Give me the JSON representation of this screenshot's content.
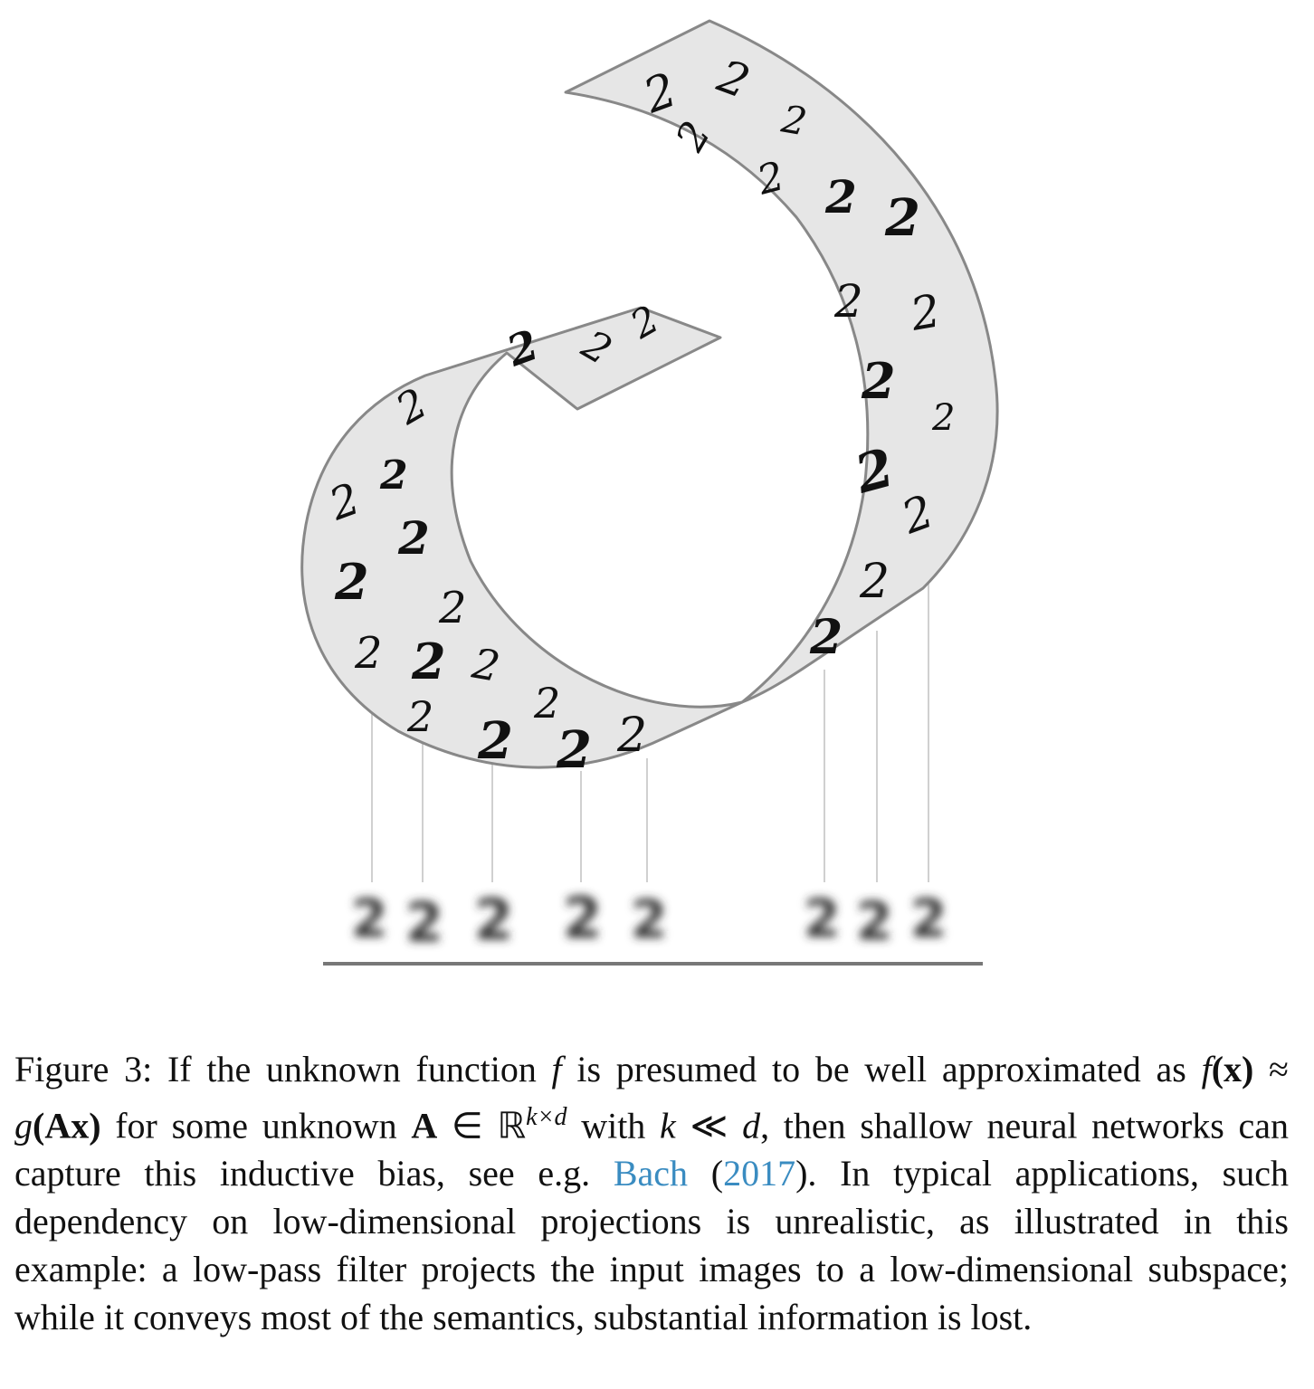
{
  "figure": {
    "ribbon_digits": [
      {
        "label": "2"
      },
      {
        "label": "2"
      },
      {
        "label": "2"
      },
      {
        "label": "2"
      },
      {
        "label": "2"
      },
      {
        "label": "2"
      },
      {
        "label": "2"
      },
      {
        "label": "2"
      },
      {
        "label": "2"
      },
      {
        "label": "2"
      },
      {
        "label": "2"
      },
      {
        "label": "2"
      },
      {
        "label": "2"
      },
      {
        "label": "2"
      },
      {
        "label": "2"
      },
      {
        "label": "2"
      },
      {
        "label": "2"
      },
      {
        "label": "2"
      },
      {
        "label": "2"
      },
      {
        "label": "2"
      },
      {
        "label": "2"
      },
      {
        "label": "2"
      },
      {
        "label": "2"
      },
      {
        "label": "2"
      },
      {
        "label": "2"
      },
      {
        "label": "2"
      },
      {
        "label": "2"
      },
      {
        "label": "2"
      },
      {
        "label": "2"
      },
      {
        "label": "2"
      },
      {
        "label": "2"
      },
      {
        "label": "2"
      },
      {
        "label": "2"
      }
    ],
    "projected_digits": [
      "2",
      "2",
      "2",
      "2",
      "2",
      "2",
      "2",
      "2"
    ]
  },
  "caption": {
    "label": "Figure 3:",
    "text_1": " If the unknown function ",
    "f1": "f",
    "text_2": " is presumed to be well approximated as ",
    "formula_f": "f",
    "formula_x": "(x)",
    "formula_approx": " ≈ ",
    "formula_g": "g",
    "formula_arg": "(Ax)",
    "text_3": " for some unknown ",
    "A": "A",
    "in_R": " ∈ ℝ",
    "exponent": "k×d",
    "text_4": " with ",
    "k": "k",
    "ll": " ≪ ",
    "d": "d",
    "text_5": ", then shallow neural networks can capture this inductive bias, see e.g. ",
    "cite_author": "Bach",
    "cite_year_open": " (",
    "cite_year": "2017",
    "cite_year_close": ")",
    "text_6": ". In typical applications, such dependency on low-dimensional projections is unrealistic, as illustrated in this example: a low-pass filter projects the input images to a low-dimensional subspace; while it conveys most of the semantics, substantial information is lost."
  }
}
